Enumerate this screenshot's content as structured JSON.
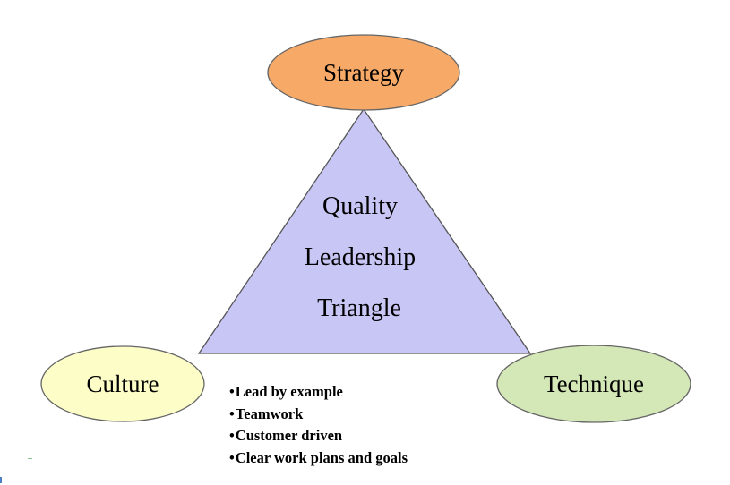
{
  "diagram": {
    "center_lines": [
      "Quality",
      "Leadership",
      "Triangle"
    ],
    "nodes": {
      "top": {
        "label": "Strategy",
        "fill": "#f7a967"
      },
      "left": {
        "label": "Culture",
        "fill": "#fdfdc8"
      },
      "right": {
        "label": "Technique",
        "fill": "#d4e7b6"
      }
    },
    "triangle_fill": "#c8c6f5",
    "culture_bullets": [
      "Lead by example",
      "Teamwork",
      "Customer driven",
      "Clear work plans and goals"
    ],
    "bullet_glyph": "•"
  }
}
